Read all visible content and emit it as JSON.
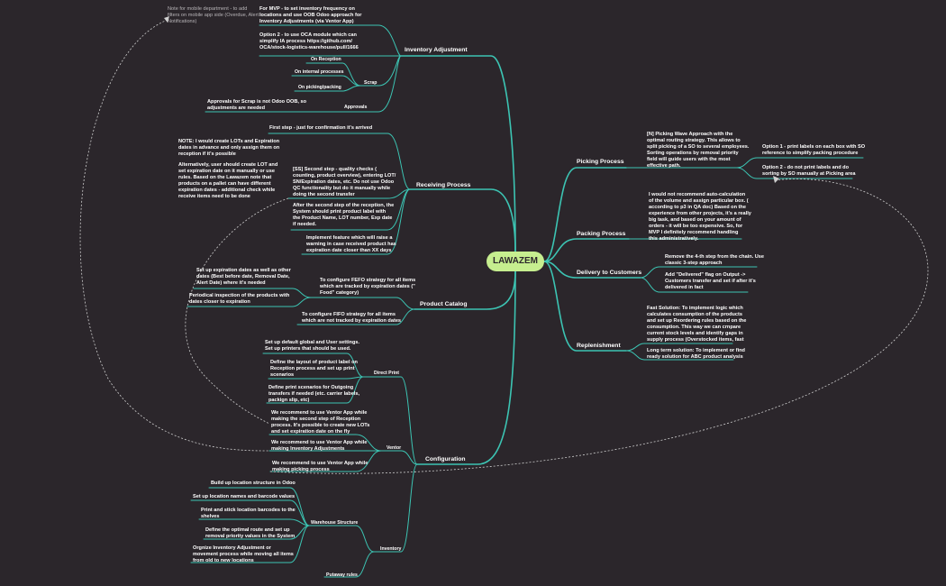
{
  "central": "LAWAZEM",
  "colors": {
    "background": "#2b262b",
    "branch": "#3cc4b3",
    "central": "#c6ee8f",
    "text": "#ffffff",
    "link": "#cfcfcf"
  },
  "note": "Note for mobile department - to add\nfilters on mobile app side (Overdue, Alert\nNotifications)",
  "branches": {
    "inventory_adjustment": {
      "label": "Inventory Adjustment",
      "mvp": "For MVP - to set inventory frequency on\nlocations and use OOB Odoo approach for\nInventory Adjustments (via Ventor App)",
      "option2": "Option 2 - to use OCA module which can\nsimplify IA process https://github.com/\nOCA/stock-logistics-warehouse/pull/1666",
      "scrap": {
        "label": "Scrap",
        "items": [
          "On Reception",
          "On internal processes",
          "On picking/packing"
        ]
      },
      "approvals": {
        "label": "Approvals",
        "text": "Approvals for Scrap is not Odoo OOB, so\nadjustments are needed"
      }
    },
    "receiving": {
      "label": "Receiving Process",
      "first": "First step - just for confirmation it's arrived",
      "note1": "NOTE: I would create LOTs and Expiration\ndates in advance and only assign them on\nreception if it's possible",
      "note2": "Alternatively, user should create LOT and\nset expiration date on it manually or use\nrules. Based on the Lawazem note that\nproducts on a pallet can have different\nexpiration dates - additional check while\nreceive items need to be done",
      "second": "[SS] Second step - quality checks (\ncounting, product overview), entering LOT/\nSN/Expiration dates, etc. Do not use Odoo\nQC functionality but do it manually while\ndoing the second transfer",
      "after": "After the second step of the reception, the\nSystem should print product label with\nthe Product Name, LOT number, Exp date\nif needed.",
      "implement": "Implement feature which will raise a\nwarning in case received product has\nexpiration date closer than XX days"
    },
    "product_catalog": {
      "label": "Product Catalog",
      "fefo": "To configure FEFO strategy for all items\nwhich are tracked by expiration dates (\"\nFood\" category)",
      "setup": "Set up expiration dates as well as other\ndates (Best before date, Removal Date,\nAlert Date) where it's needed",
      "periodical": "Periodical inspection of the products with\ndates closer to expiration",
      "fifo": "To configure FIFO strategy for all items\nwhich are not tracked by expiration dates"
    },
    "configuration": {
      "label": "Configuration",
      "direct_print": {
        "label": "Direct Print",
        "items": [
          "Set up default global and User settings.\nSet up printers that should be used.",
          "Define the layout of product label on\nReception process and set up print\nscenarios",
          "Define print scenarios for Outgoing\ntransfers if needed (etc. carrier labels,\npackign slip, etc)"
        ]
      },
      "ventor": {
        "label": "Ventor",
        "items": [
          "We recommend to use Ventor App while\nmaking the second step of Reception\nprocess. It's possible to create new LOTs\nand set expiration date on the fly",
          "We recommend to use Ventor App while\nmaking Inventory Adjustments",
          "We recommend to use Ventor App while\nmaking picking process"
        ]
      },
      "inventory": {
        "label": "Inventory",
        "warehouse_structure": {
          "label": "Warehouse Structure",
          "items": [
            "Build up location structure in Odoo",
            "Set up location names  and barcode values",
            "Print and stick location barcodes to the\nshelves",
            "Define the optimal route and set up\nremoval priority values in the System",
            "Orgnize Inventory Adjustment or\nmovement process while moving all items\nfrom old to new locations"
          ]
        },
        "putaway": "Putaway rules"
      }
    },
    "picking": {
      "label": "Picking Process",
      "main": "[N] Picking Wave Approach with the\noptimal routing strategy. This allows to\nsplit picking of a SO to several employees.\nSorting operations by removal priority\nfield will guide users with the most\neffective path.",
      "option1": "Option 1 - print labels on each box with SO\nreference to simplify packing procedure",
      "option2": "Option 2 - do not print labels and do\nsorting by SO manually at Picking area"
    },
    "packing": {
      "label": "Packing Process",
      "text": "I would not recommend auto-calculation\nof the volume and assign particular box. (\naccording to p3 in QA doc) Based on the\nexperience from other projects, it's a really\nbig task, and based on your amount of\norders - it will be too expensive. So, for\nMVP I definitely recommend handling\nthis administratively."
    },
    "delivery": {
      "label": "Delivery to Customers",
      "remove": "Remove the 4-th step from the chain. Use\nclassic 3-step approach",
      "add": "Add \"Delivered\" flag on Output ->\nCustomers transfer and set if after it's\ndelivered in fact"
    },
    "replenishment": {
      "label": "Replenishment",
      "fast": "Fast Solution: To implement logic which\ncalculates consumption of the products\nand set up Reordering rules based on the\nconsumption. This way we can crnpare\ncurrent stock levels and identify gaps in\nsupply process (Overstocked items, fast",
      "long": "Long term solution: To implement or find\nready solution for ABC product analysis"
    }
  }
}
